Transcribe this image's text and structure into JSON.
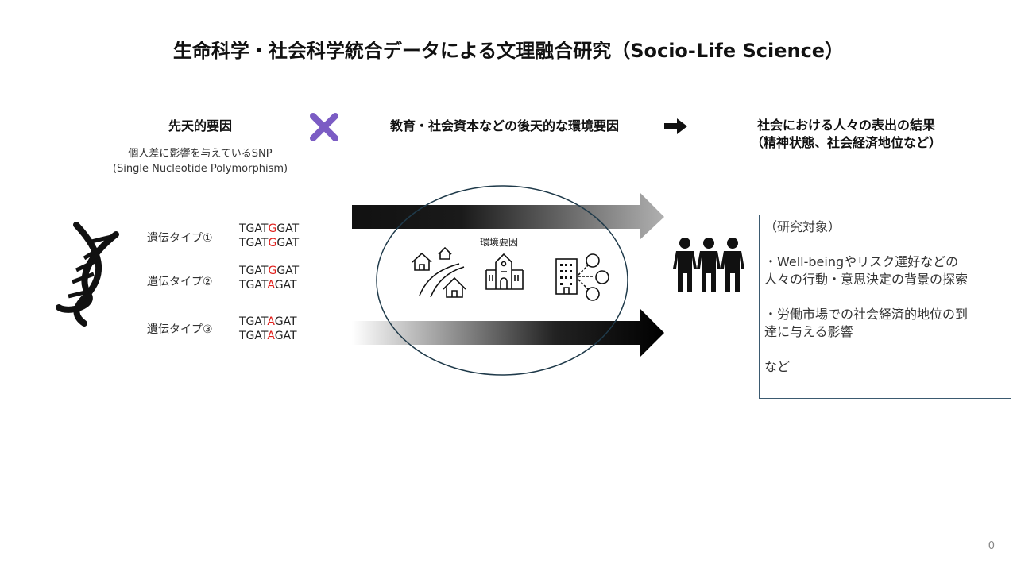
{
  "title": "生命科学・社会科学統合データによる文理融合研究（Socio-Life Science）",
  "innate": {
    "heading": "先天的要因",
    "desc_line1": "個人差に影響を与えているSNP",
    "desc_line2": "(Single Nucleotide Polymorphism)",
    "genotypes": [
      {
        "label": "遺伝タイプ①",
        "seqs": [
          {
            "pre": "TGAT",
            "snp": "G",
            "post": "GAT"
          },
          {
            "pre": "TGAT",
            "snp": "G",
            "post": "GAT"
          }
        ]
      },
      {
        "label": "遺伝タイプ②",
        "seqs": [
          {
            "pre": "TGAT",
            "snp": "G",
            "post": "GAT"
          },
          {
            "pre": "TGAT",
            "snp": "A",
            "post": "GAT"
          }
        ]
      },
      {
        "label": "遺伝タイプ③",
        "seqs": [
          {
            "pre": "TGAT",
            "snp": "A",
            "post": "GAT"
          },
          {
            "pre": "TGAT",
            "snp": "A",
            "post": "GAT"
          }
        ]
      }
    ]
  },
  "environment": {
    "heading": "教育・社会資本などの後天的な環境要因",
    "label": "環境要因"
  },
  "outcome": {
    "heading_line1": "社会における人々の表出の結果",
    "heading_line2": "（精神状態、社会経済地位など）"
  },
  "research_box": {
    "lines": [
      "（研究対象）",
      "",
      "・Well-beingやリスク選好などの",
      "人々の行動・意思決定の背景の探索",
      "",
      "・労働市場での社会経済的地位の到",
      "達に与える影響",
      "",
      "など"
    ]
  },
  "colors": {
    "snp": "#e0201c",
    "cross": "#7b5cc4",
    "ellipse": "#1f3a4a",
    "box_border": "#3b5a70"
  },
  "page_number": "0"
}
